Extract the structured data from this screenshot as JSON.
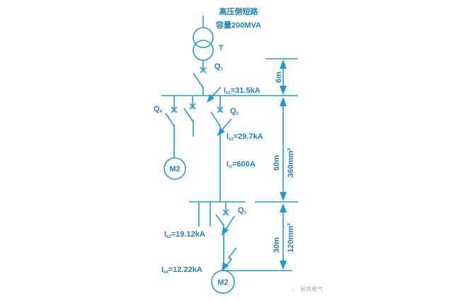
{
  "title_line1": "高压侧短路",
  "title_line2": "容量200MVA",
  "labels": {
    "transformer": "T",
    "q1": "Q",
    "q1_sub": "1",
    "q2": "Q",
    "q2_sub": "2",
    "q3": "Q",
    "q3_sub": "3",
    "q4": "Q",
    "q4_sub": "4",
    "motor_upper": "M2",
    "motor_lower": "M2"
  },
  "currents": {
    "ik1": {
      "sym": "I",
      "sub": "k1",
      "val": "=31.5kA"
    },
    "ik2": {
      "sym": "I",
      "sub": "k2",
      "val": "=29.7kA"
    },
    "icl": {
      "sym": "I",
      "sub": "cl",
      "val": "=600A"
    },
    "ik3": {
      "sym": "I",
      "sub": "k3",
      "val": "=19.12kA"
    },
    "ik4": {
      "sym": "I",
      "sub": "k4",
      "val": "=12.22kA"
    }
  },
  "dimensions": {
    "d1_length": "6m",
    "d2_length": "60m",
    "d2_section": "360mm²",
    "d3_length": "30m",
    "d3_section": "120mm²"
  },
  "watermark": "易筑电气",
  "colors": {
    "line": "#2a9cc8",
    "arrow": "#1b9ad8",
    "text": "#1f84b8"
  }
}
